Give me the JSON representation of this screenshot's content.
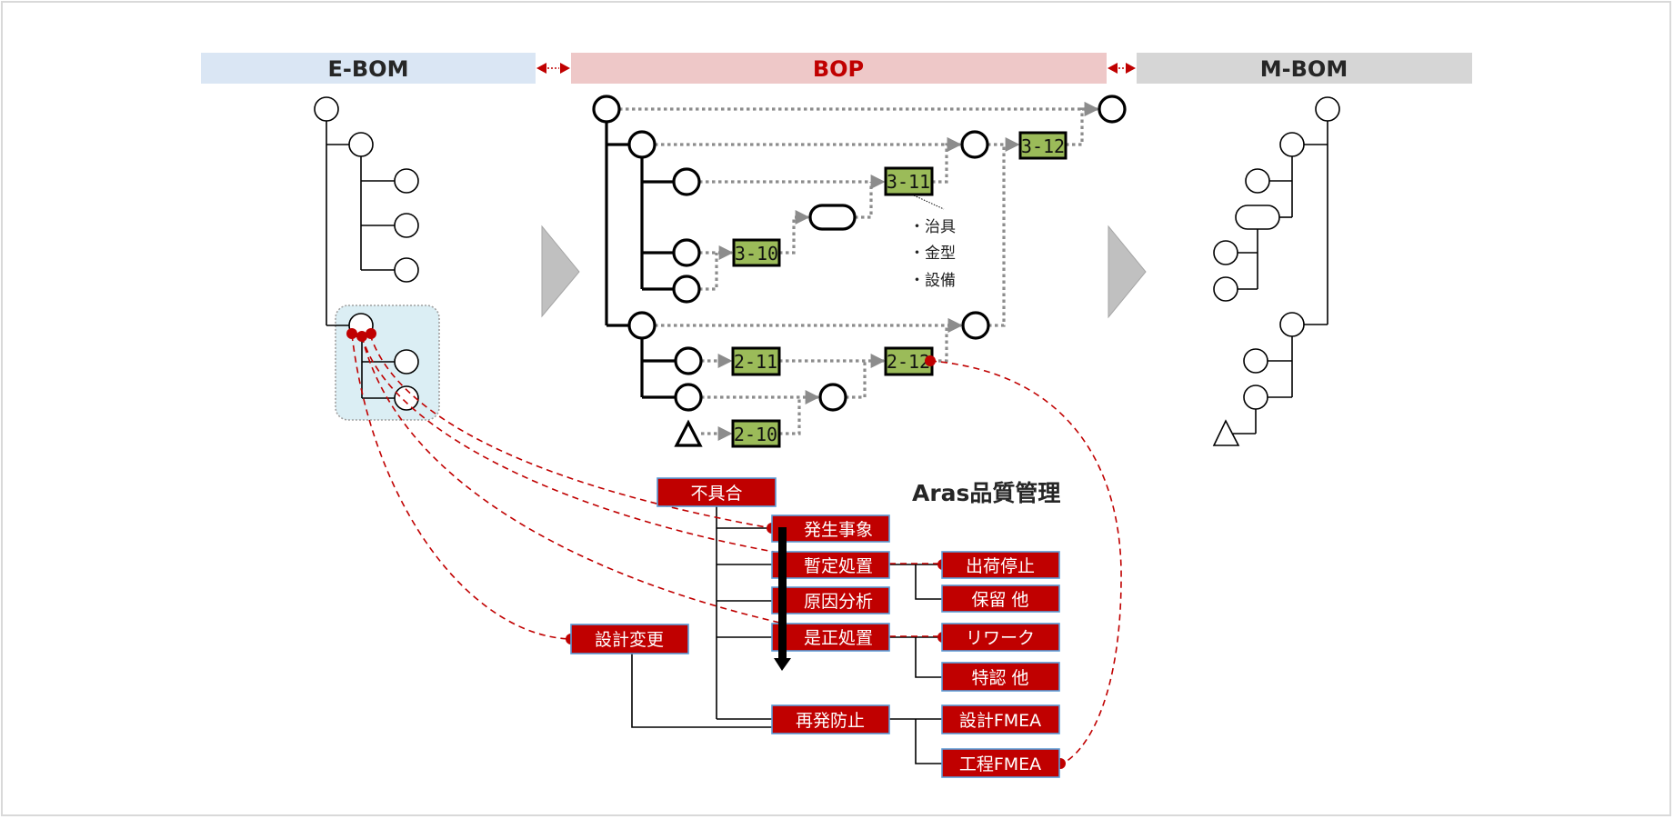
{
  "headers": {
    "ebom": {
      "label": "E-BOM",
      "bg": "#dae6f4",
      "color": "#262626"
    },
    "bop": {
      "label": "BOP",
      "bg": "#eec8c8",
      "color": "#c00000"
    },
    "mbom": {
      "label": "M-BOM",
      "bg": "#d6d6d6",
      "color": "#262626"
    }
  },
  "bop": {
    "steps": [
      "3-10",
      "3-11",
      "3-12",
      "2-10",
      "2-11",
      "2-12"
    ],
    "notes": [
      "・治具",
      "・金型",
      "・設備"
    ]
  },
  "quality": {
    "title": "Aras品質管理",
    "root": "不具合",
    "phases": [
      "発生事象",
      "暫定処置",
      "原因分析",
      "是正処置",
      "再発防止"
    ],
    "interim_children": [
      "出荷停止",
      "保留 他"
    ],
    "corrective_children": [
      "リワーク",
      "特認 他"
    ],
    "prevention_children": [
      "設計FMEA",
      "工程FMEA"
    ],
    "design_change": "設計変更"
  },
  "colors": {
    "box_fill": "#c00000",
    "box_border": "#5b9bd5",
    "step_fill": "#9bbb59",
    "link_red": "#c00000",
    "connector_grey": "#8c8c8c",
    "highlight_fill": "#dbeef4"
  }
}
